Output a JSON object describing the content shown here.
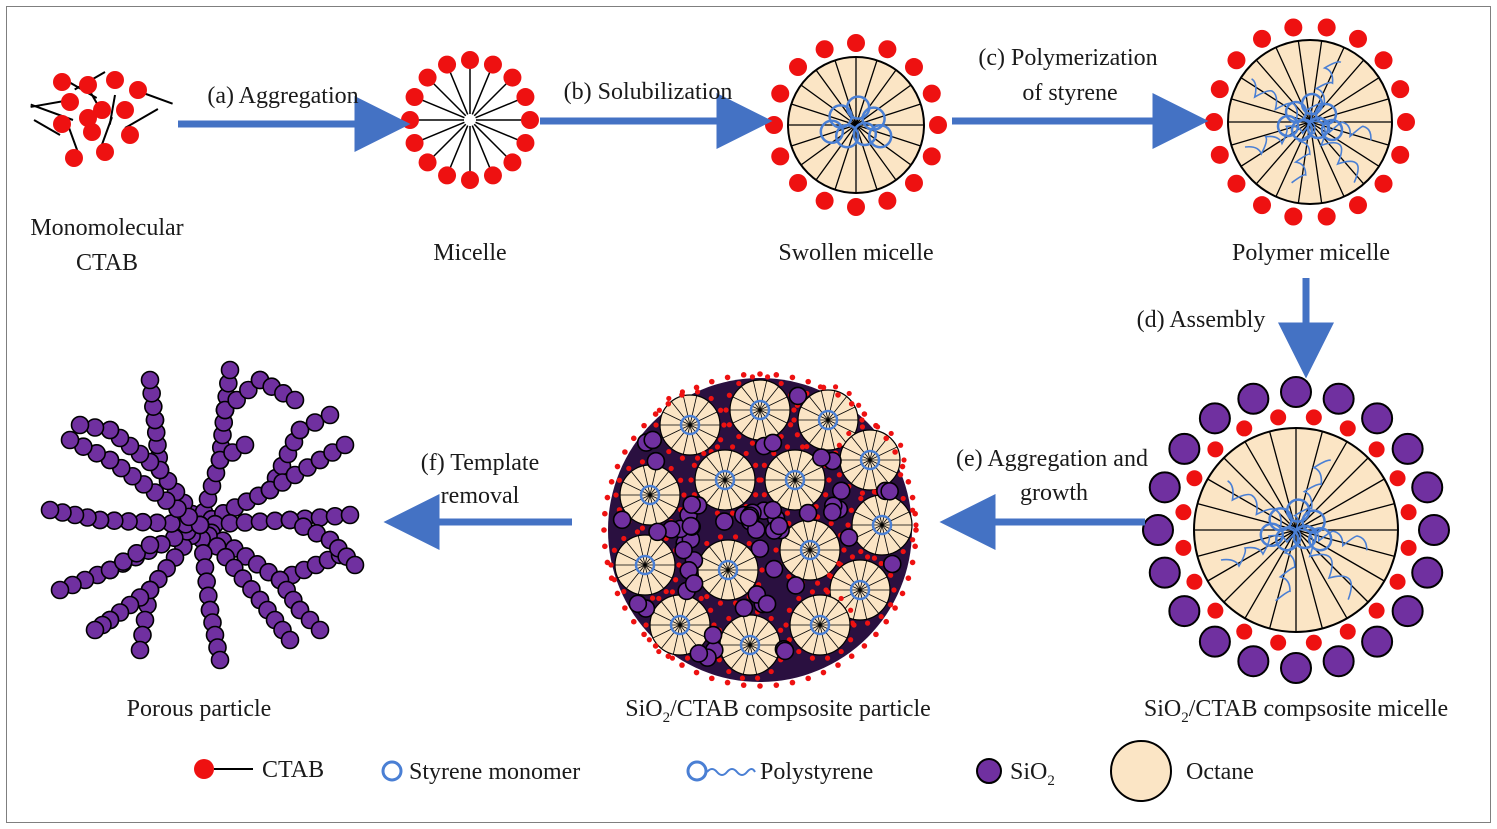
{
  "stages": {
    "monomolecular_line1": "Monomolecular",
    "monomolecular_line2": "CTAB",
    "micelle": "Micelle",
    "swollen": "Swollen micelle",
    "polymer": "Polymer micelle",
    "composite_micelle_pre": "SiO",
    "composite_micelle_sub": "2",
    "composite_micelle_post": "/CTAB compsosite micelle",
    "composite_particle_pre": "SiO",
    "composite_particle_sub": "2",
    "composite_particle_post": "/CTAB compsosite particle",
    "porous": "Porous particle"
  },
  "steps": {
    "a": "(a) Aggregation",
    "b": "(b) Solubilization",
    "c_line1": "(c) Polymerization",
    "c_line2": "of styrene",
    "d": "(d) Assembly",
    "e_line1": "(e) Aggregation and",
    "e_line2": "growth",
    "f_line1": "(f) Template",
    "f_line2": "removal"
  },
  "legend": {
    "ctab": "CTAB",
    "styrene": "Styrene monomer",
    "polystyrene": "Polystyrene",
    "sio2_pre": "SiO",
    "sio2_sub": "2",
    "octane": "Octane"
  },
  "colors": {
    "ctab_head": "#ee1111",
    "arrow": "#4472c4",
    "styrene": "#4a7fd4",
    "octane": "#fbe5c5",
    "sio2": "#7030a0"
  }
}
